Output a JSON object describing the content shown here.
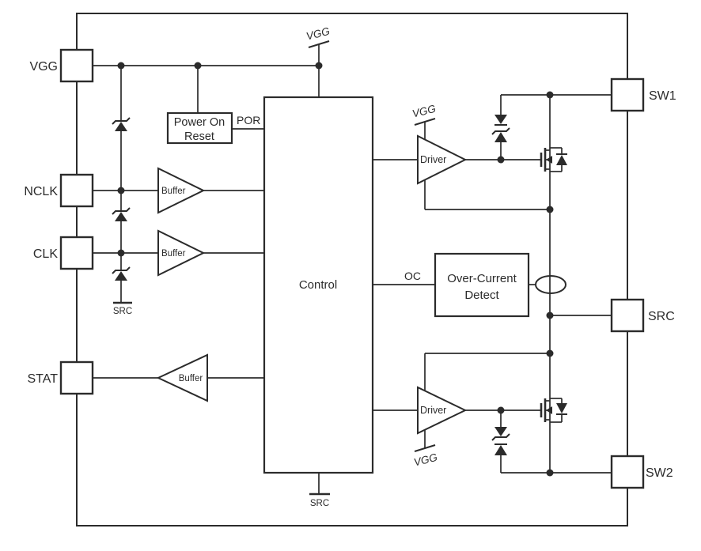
{
  "diagram": {
    "pins": {
      "vgg": "VGG",
      "nclk": "NCLK",
      "clk": "CLK",
      "stat": "STAT",
      "sw1": "SW1",
      "src": "SRC",
      "sw2": "SW2"
    },
    "blocks": {
      "power_on_reset": {
        "line1": "Power On",
        "line2": "Reset"
      },
      "control": {
        "label": "Control"
      },
      "over_current_detect": {
        "line1": "Over-Current",
        "line2": "Detect"
      },
      "buffer_label": "Buffer",
      "driver_label": "Driver"
    },
    "nets": {
      "por": "POR",
      "oc": "OC"
    },
    "rails": {
      "vgg": "VGG",
      "src": "SRC"
    },
    "colors": {
      "line": "#2b2b2b",
      "background": "#ffffff"
    }
  }
}
